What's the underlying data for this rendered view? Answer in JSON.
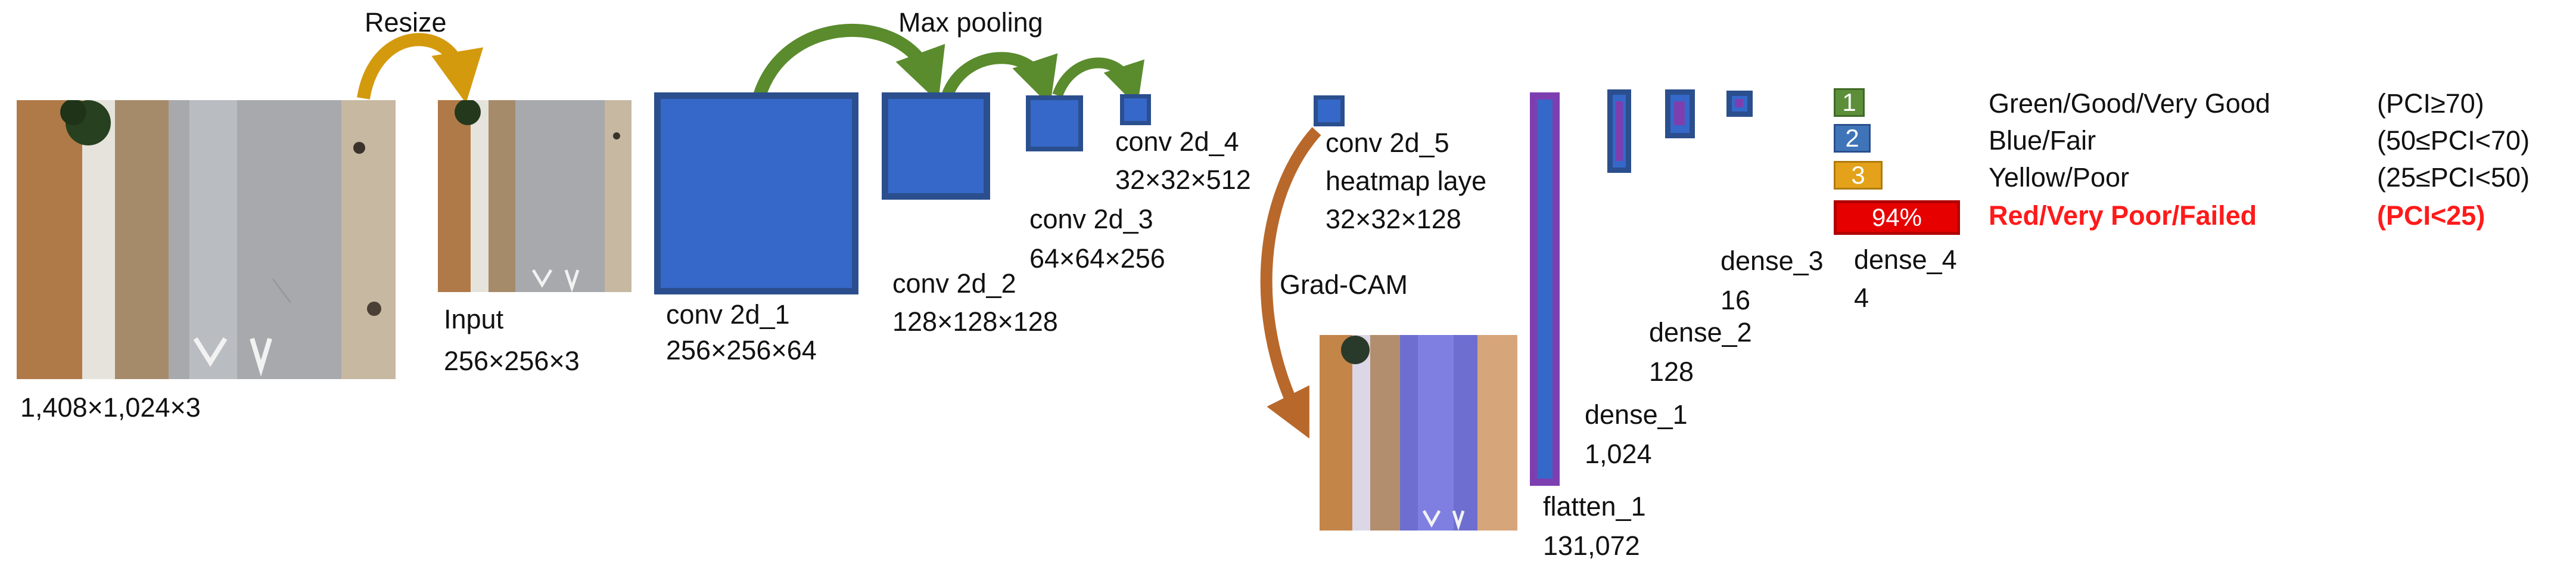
{
  "titles": {
    "resize": "Resize",
    "max_pooling": "Max pooling",
    "grad_cam": "Grad-CAM"
  },
  "original_image": {
    "dims": "1,408×1,024×3"
  },
  "input_layer": {
    "name": "Input",
    "dims": "256×256×3"
  },
  "conv_layers": [
    {
      "name": "conv 2d_1",
      "dims": "256×256×64"
    },
    {
      "name": "conv 2d_2",
      "dims": "128×128×128"
    },
    {
      "name": "conv 2d_3",
      "dims": "64×64×256"
    },
    {
      "name": "conv 2d_4",
      "dims": "32×32×512"
    },
    {
      "name": "conv 2d_5",
      "subname": "heatmap laye",
      "dims": "32×32×128"
    }
  ],
  "flatten": {
    "name": "flatten_1",
    "size": "131,072"
  },
  "dense_layers": [
    {
      "name": "dense_1",
      "size": "1,024"
    },
    {
      "name": "dense_2",
      "size": "128"
    },
    {
      "name": "dense_3",
      "size": "16"
    },
    {
      "name": "dense_4",
      "size": "4"
    }
  ],
  "legend": [
    {
      "badge": "1",
      "color": "#5d8f3a",
      "text": "Green/Good/Very  Good",
      "range": "(PCI≥70)"
    },
    {
      "badge": "2",
      "color": "#3f74b8",
      "text": "Blue/Fair",
      "range": "(50≤PCI<70)"
    },
    {
      "badge": "3",
      "color": "#e3a21a",
      "text": "Yellow/Poor",
      "range": "(25≤PCI<50)"
    },
    {
      "badge": "94%",
      "color": "#e60000",
      "text": "Red/Very Poor/Failed",
      "range": "(PCI<25)"
    }
  ],
  "colors": {
    "resize_arrow": "#d49a0e",
    "pooling_arrow": "#5a8b2d",
    "gradcam_arrow": "#b8682a",
    "conv_fill": "#3568c8",
    "conv_border": "#2b4f8e",
    "flatten_border": "#7d3fb0"
  }
}
